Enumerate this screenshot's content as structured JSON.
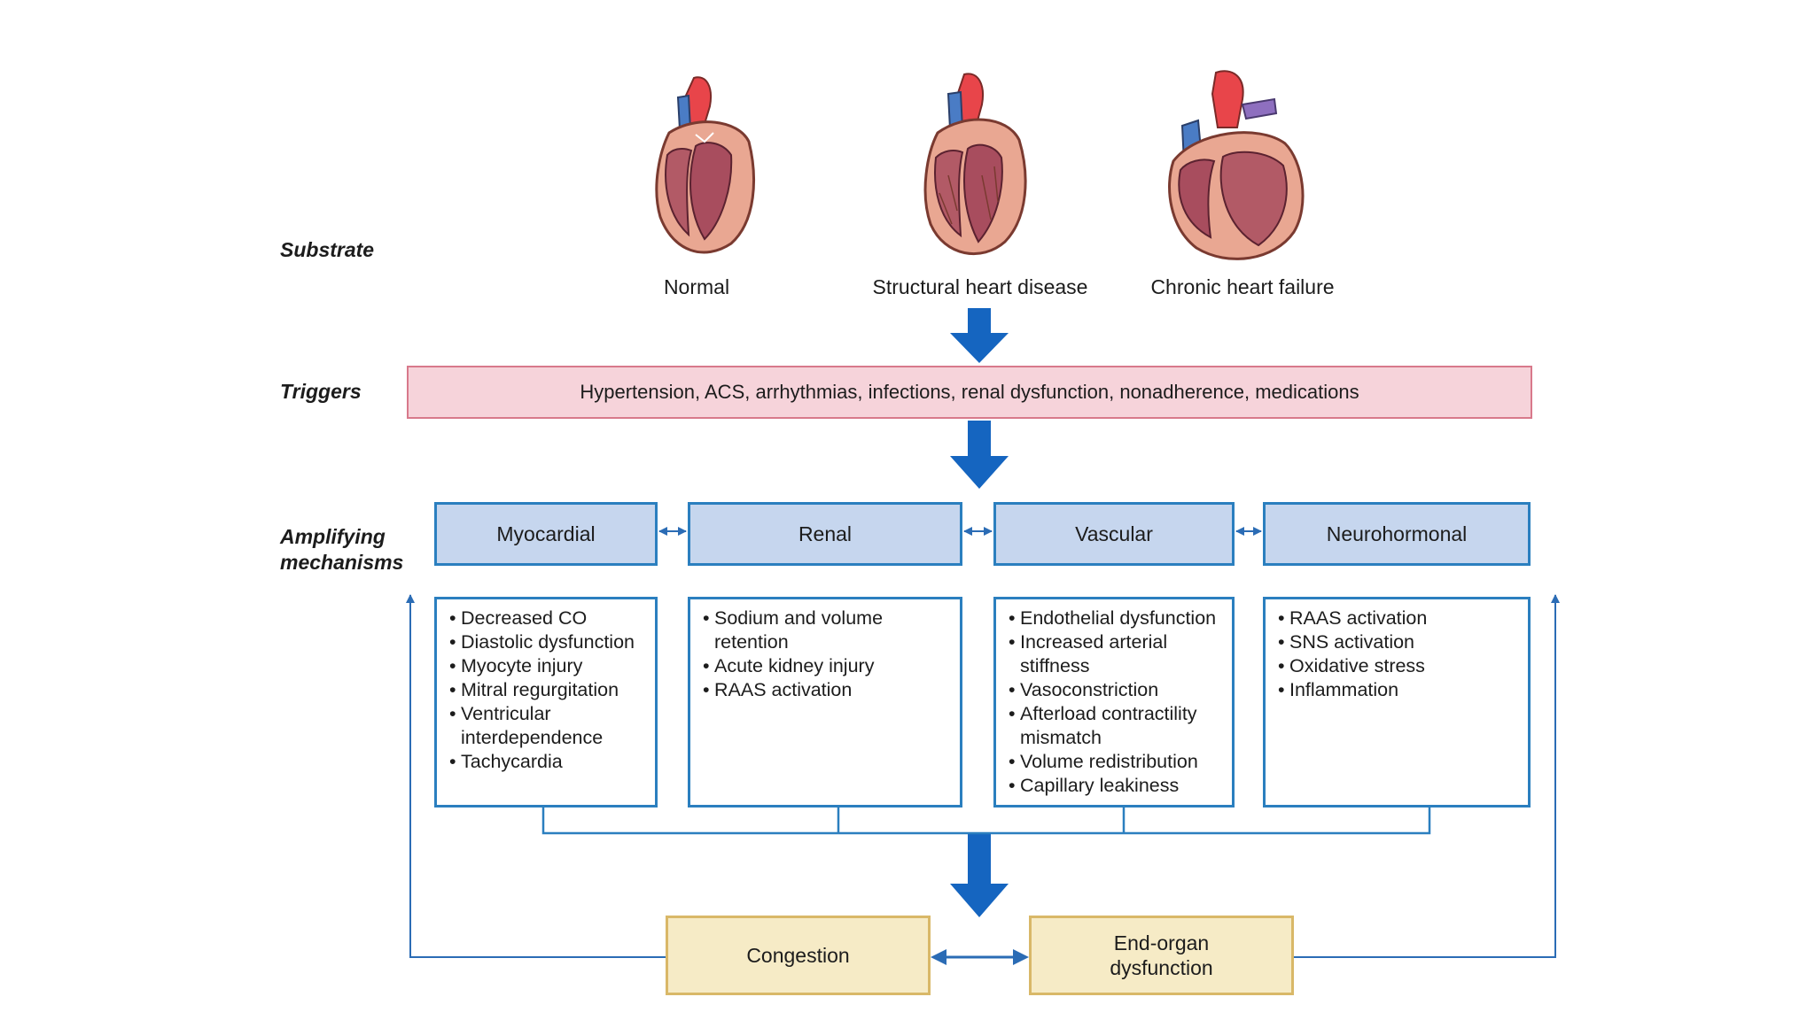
{
  "rows": {
    "substrate": "Substrate",
    "triggers": "Triggers",
    "amplifying": [
      "Amplifying",
      "mechanisms"
    ]
  },
  "hearts": [
    {
      "icon": "normal-heart-icon",
      "caption": "Normal"
    },
    {
      "icon": "structural-heart-icon",
      "caption": "Structural heart disease"
    },
    {
      "icon": "failing-heart-icon",
      "caption": "Chronic heart failure"
    }
  ],
  "triggers_text": "Hypertension, ACS, arrhythmias, infections, renal dysfunction, nonadherence, medications",
  "mechanisms": [
    {
      "title": "Myocardial",
      "items": [
        "Decreased CO",
        "Diastolic dysfunction",
        "Myocyte injury",
        "Mitral regurgitation",
        "Ventricular interdependence",
        "Tachycardia"
      ]
    },
    {
      "title": "Renal",
      "items": [
        "Sodium and volume retention",
        "Acute kidney injury",
        "RAAS activation"
      ]
    },
    {
      "title": "Vascular",
      "items": [
        "Endothelial dysfunction",
        "Increased arterial stiffness",
        "Vasoconstriction",
        "Afterload contractility mismatch",
        "Volume redistribution",
        "Capillary leakiness"
      ]
    },
    {
      "title": "Neurohormonal",
      "items": [
        "RAAS activation",
        "SNS activation",
        "Oxidative stress",
        "Inflammation"
      ]
    }
  ],
  "outcomes": {
    "congestion": "Congestion",
    "end_organ": [
      "End-organ",
      "dysfunction"
    ]
  },
  "colors": {
    "arrow_blue": "#1565c0",
    "line_blue": "#2b7fbf",
    "trigger_fill": "#f6d3da",
    "mechanism_fill": "#c6d6ee",
    "outcome_fill": "#f6ebc6"
  }
}
